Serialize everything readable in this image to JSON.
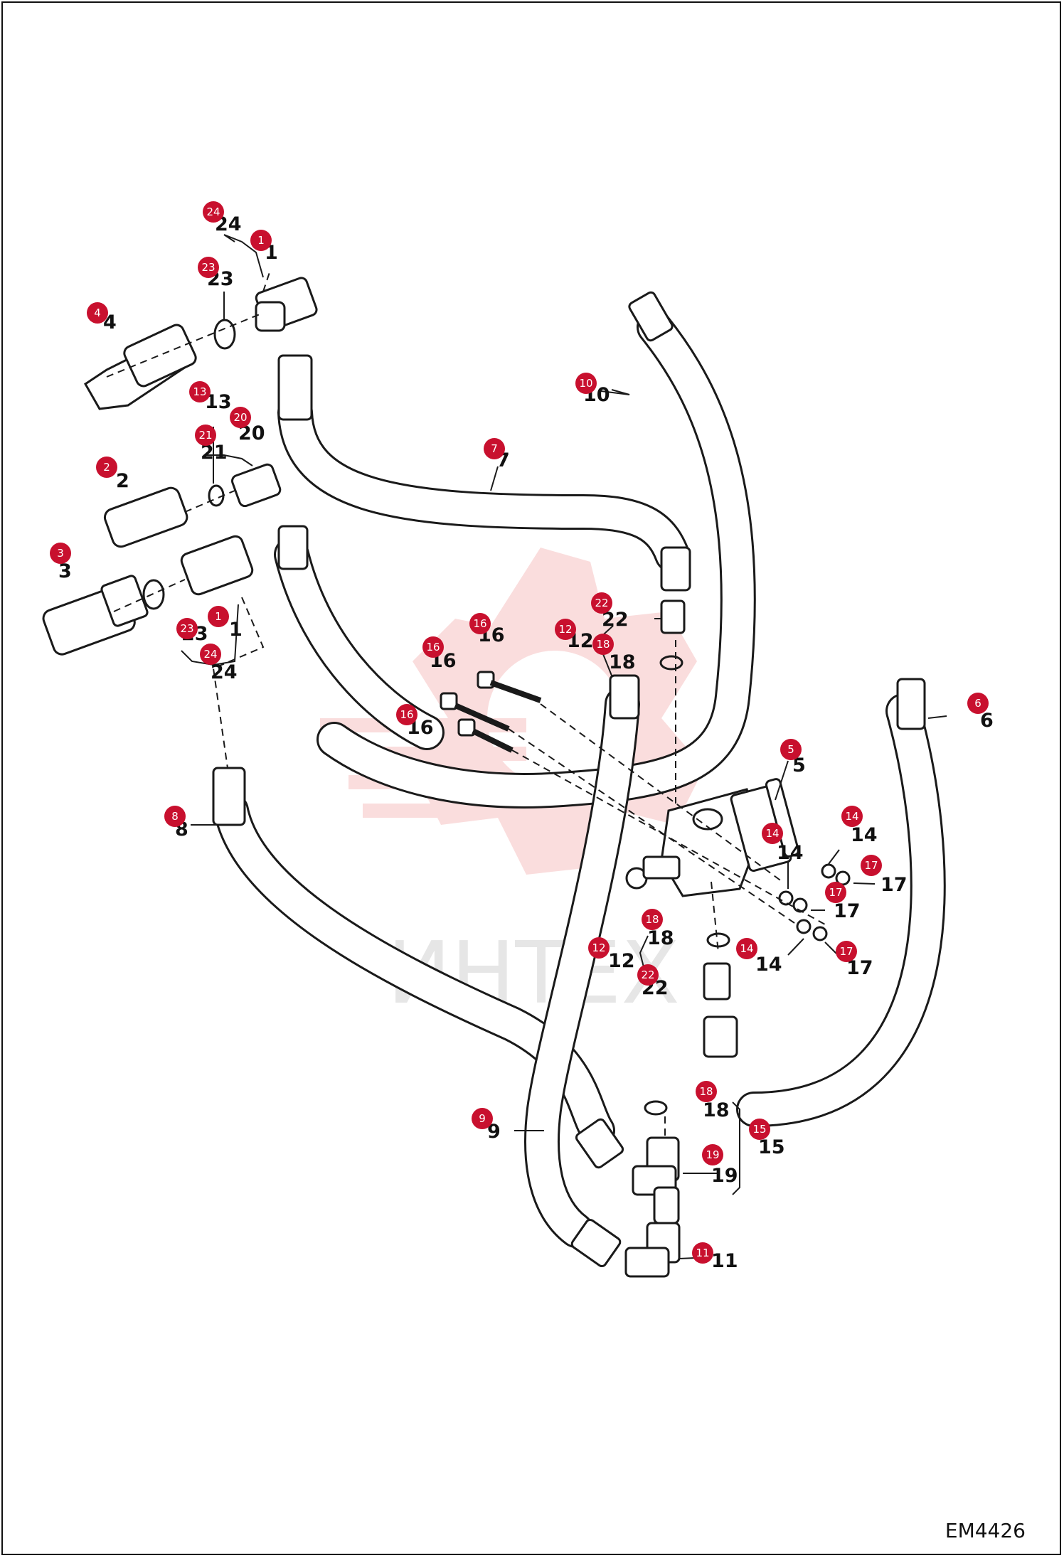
{
  "drawing_code": "EM4426",
  "watermark_text": "ИНТЕХ",
  "colors": {
    "badge": "#c8102e",
    "watermark": "#f4b4b4",
    "line": "#1a1a1a"
  },
  "labels": {
    "l24a": "24",
    "l1a": "1",
    "l23a": "23",
    "l4": "4",
    "l13": "13",
    "l20": "20",
    "l21": "21",
    "l2": "2",
    "l3": "3",
    "l1b": "1",
    "l23b": "23",
    "l24b": "24",
    "l10": "10",
    "l7": "7",
    "l22a": "22",
    "l12a": "12",
    "l18a": "18",
    "l16a": "16",
    "l16b": "16",
    "l16c": "16",
    "l6": "6",
    "l5": "5",
    "l8": "8",
    "l14a": "14",
    "l14b": "14",
    "l14c": "14",
    "l17a": "17",
    "l17b": "17",
    "l17c": "17",
    "l18b": "18",
    "l12b": "12",
    "l22b": "22",
    "l9": "9",
    "l18c": "18",
    "l15": "15",
    "l19": "19",
    "l11": "11"
  },
  "badges": {
    "b24a": "24",
    "b1a": "1",
    "b23a": "23",
    "b4": "4",
    "b13": "13",
    "b20": "20",
    "b21": "21",
    "b2": "2",
    "b3": "3",
    "b1b": "1",
    "b23b": "23",
    "b24b": "24",
    "b10": "10",
    "b7": "7",
    "b22a": "22",
    "b12a": "12",
    "b18a": "18",
    "b16a": "16",
    "b16b": "16",
    "b16c": "16",
    "b6": "6",
    "b5": "5",
    "b8": "8",
    "b14a": "14",
    "b14b": "14",
    "b14c": "14",
    "b17a": "17",
    "b17b": "17",
    "b17c": "17",
    "b18b": "18",
    "b12b": "12",
    "b22b": "22",
    "b9": "9",
    "b18c": "18",
    "b15": "15",
    "b19": "19",
    "b11": "11"
  }
}
